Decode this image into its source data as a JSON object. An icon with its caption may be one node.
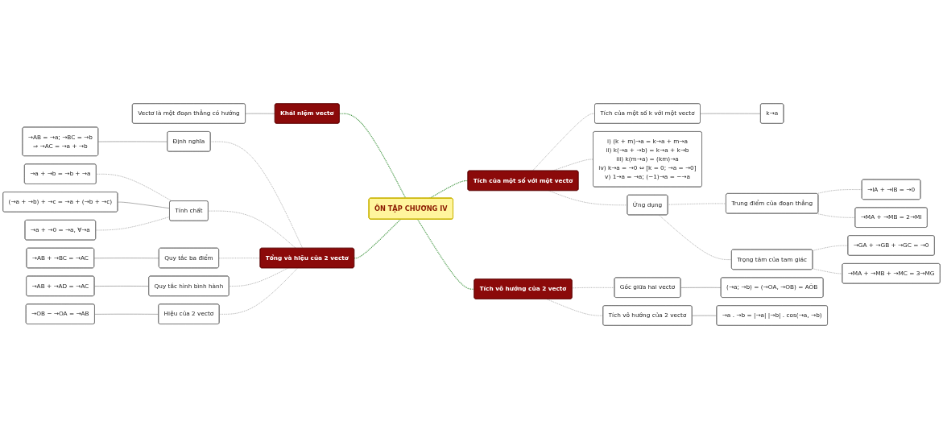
{
  "diagram": {
    "nodes": [
      {
        "text": [
          "ÔN TẬP CHƯƠNG IV"
        ]
      },
      {
        "text": [
          "Khái niệm vectơ"
        ]
      },
      {
        "text": [
          "Vectơ là một đoạn thẳng có hướng"
        ]
      },
      {
        "text": [
          "Tổng và hiệu của 2 vectơ"
        ]
      },
      {
        "text": [
          "Định nghĩa"
        ]
      },
      {
        "text": [
          "→AB = →a; →BC = →b",
          "⇒ →AC = →a + →b"
        ]
      },
      {
        "text": [
          "Tính chất"
        ]
      },
      {
        "text": [
          "→a + →b = →b + →a"
        ]
      },
      {
        "text": [
          "(→a + →b) + →c = →a + (→b + →c)"
        ]
      },
      {
        "text": [
          "→a + →0 = →a, ∀→a"
        ]
      },
      {
        "text": [
          "Quy tắc ba điểm"
        ]
      },
      {
        "text": [
          "→AB + →BC = →AC"
        ]
      },
      {
        "text": [
          "Quy tắc hình bình hành"
        ]
      },
      {
        "text": [
          "→AB + →AD = →AC"
        ]
      },
      {
        "text": [
          "Hiệu của 2 vectơ"
        ]
      },
      {
        "text": [
          "→OB − →OA = →AB"
        ]
      },
      {
        "text": [
          "Tích của một số với một vectơ"
        ]
      },
      {
        "text": [
          "Tích của một số k với một vectơ"
        ]
      },
      {
        "text": [
          "k→a"
        ]
      },
      {
        "text": [
          "i) (k + m)→a = k→a + m→a",
          "ii) k(→a + →b) = k→a + k→b",
          "iii) k(m→a) = (km)→a",
          "iv) k→a = →0 ⇔ [k = 0; →a = →0]",
          "v) 1→a = →a; (−1)→a = −→a"
        ]
      },
      {
        "text": [
          "Ứng dụng"
        ]
      },
      {
        "text": [
          "Trung điểm của đoạn thẳng"
        ]
      },
      {
        "text": [
          "→IA + →IB = →0"
        ]
      },
      {
        "text": [
          "→MA + →MB = 2→MI"
        ]
      },
      {
        "text": [
          "Trọng tâm của tam giác"
        ]
      },
      {
        "text": [
          "→GA + →GB + →GC = →0"
        ]
      },
      {
        "text": [
          "→MA + →MB + →MC = 3→MG"
        ]
      },
      {
        "text": [
          "Tích vô hướng của 2 vectơ"
        ]
      },
      {
        "text": [
          "Góc giữa hai vectơ"
        ]
      },
      {
        "text": [
          "(→a; →b) = (→OA, →OB) = AÔB"
        ]
      },
      {
        "text": [
          "Tích vô hướng của 2 vectơ"
        ]
      },
      {
        "text": [
          "→a . →b = |→a| |→b| . cos(→a, →b)"
        ]
      }
    ],
    "edges": [
      {
        "from": 2,
        "to": 1,
        "arrow": "none"
      },
      {
        "from": 1,
        "to": 0,
        "arrow": "none",
        "style": "dashed",
        "color": "#2e8b2e"
      },
      {
        "from": 5,
        "to": 4,
        "arrow": "none"
      },
      {
        "from": 4,
        "to": 3,
        "arrow": "none",
        "style": "dashed"
      },
      {
        "from": 7,
        "to": 6,
        "arrow": "none",
        "style": "dashed"
      },
      {
        "from": 8,
        "to": 6,
        "arrow": "none"
      },
      {
        "from": 9,
        "to": 6,
        "arrow": "none",
        "style": "dashed"
      },
      {
        "from": 6,
        "to": 3,
        "arrow": "none",
        "style": "dashed"
      },
      {
        "from": 11,
        "to": 10,
        "arrow": "none"
      },
      {
        "from": 10,
        "to": 3,
        "arrow": "none",
        "style": "dashed"
      },
      {
        "from": 13,
        "to": 12,
        "arrow": "none"
      },
      {
        "from": 12,
        "to": 3,
        "arrow": "none",
        "style": "dashed"
      },
      {
        "from": 15,
        "to": 14,
        "arrow": "none"
      },
      {
        "from": 14,
        "to": 3,
        "arrow": "none",
        "style": "dashed"
      },
      {
        "from": 3,
        "to": 0,
        "arrow": "none",
        "style": "dashed",
        "color": "#2e8b2e"
      },
      {
        "from": 0,
        "to": 16,
        "arrow": "none",
        "style": "dashed",
        "color": "#2e8b2e"
      },
      {
        "from": 16,
        "to": 17,
        "arrow": "none",
        "style": "dashed"
      },
      {
        "from": 17,
        "to": 18,
        "arrow": "none"
      },
      {
        "from": 16,
        "to": 19,
        "arrow": "none",
        "style": "dashed"
      },
      {
        "from": 16,
        "to": 20,
        "arrow": "none",
        "style": "dashed"
      },
      {
        "from": 20,
        "to": 21,
        "arrow": "none",
        "style": "dashed"
      },
      {
        "from": 21,
        "to": 22,
        "arrow": "none",
        "style": "dashed"
      },
      {
        "from": 21,
        "to": 23,
        "arrow": "none",
        "style": "dashed"
      },
      {
        "from": 20,
        "to": 24,
        "arrow": "none",
        "style": "dashed"
      },
      {
        "from": 24,
        "to": 25,
        "arrow": "none",
        "style": "dashed"
      },
      {
        "from": 24,
        "to": 26,
        "arrow": "none",
        "style": "dashed"
      },
      {
        "from": 0,
        "to": 27,
        "arrow": "none",
        "style": "dashed",
        "color": "#2e8b2e"
      },
      {
        "from": 27,
        "to": 28,
        "arrow": "none",
        "style": "dashed"
      },
      {
        "from": 28,
        "to": 29,
        "arrow": "none"
      },
      {
        "from": 27,
        "to": 30,
        "arrow": "none",
        "style": "dashed"
      },
      {
        "from": 30,
        "to": 31,
        "arrow": "none"
      }
    ]
  }
}
